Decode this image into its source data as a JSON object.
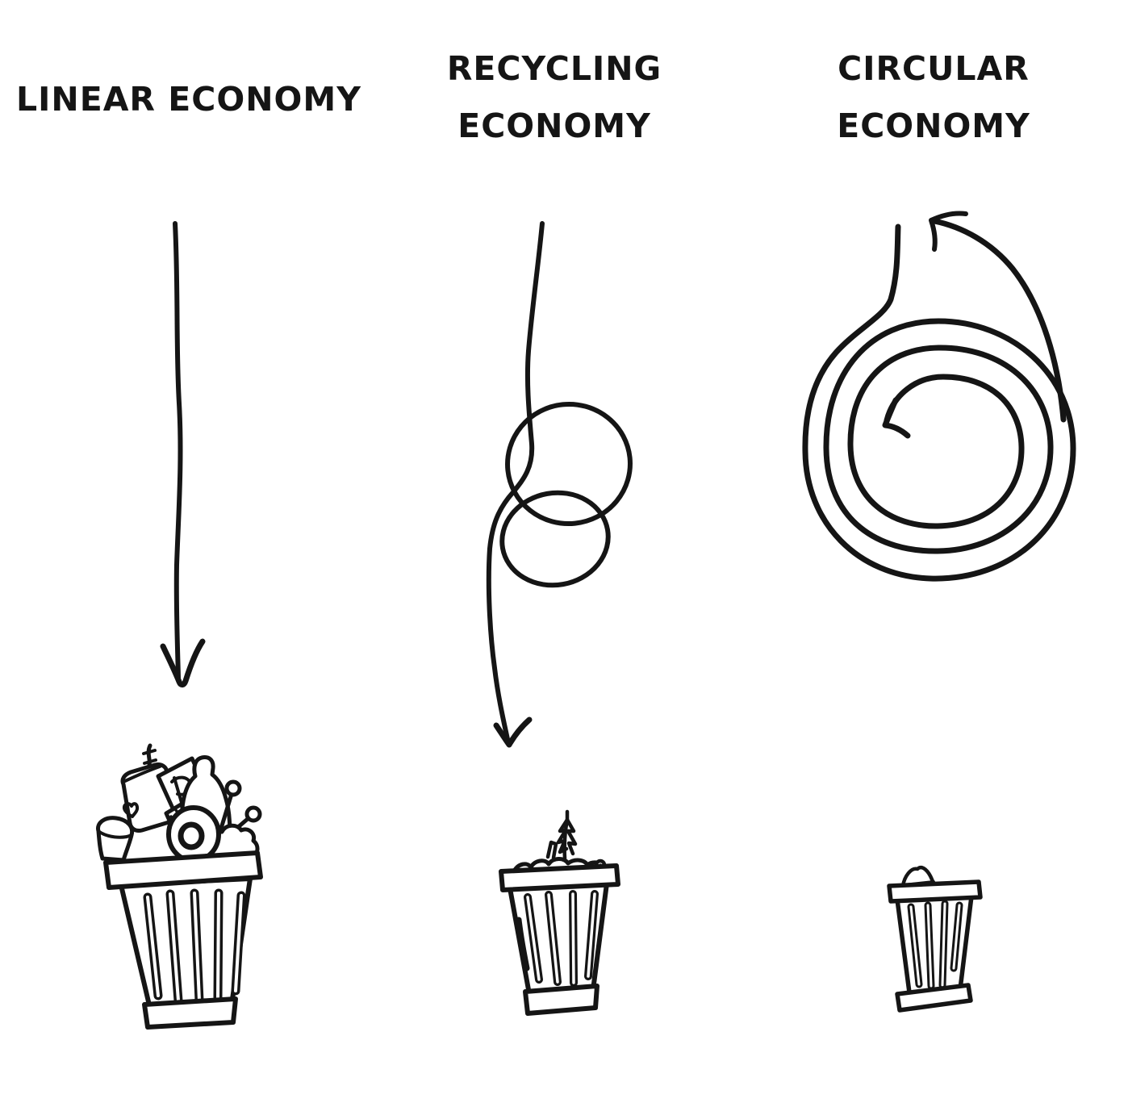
{
  "canvas": {
    "background_color": "#ffffff",
    "ink_color": "#151515",
    "style": "hand-drawn sketch comparison diagram"
  },
  "panels": [
    {
      "id": "linear",
      "title_lines": [
        "LINEAR ECONOMY"
      ],
      "arrow_icon": "straight-down-arrow-icon",
      "bin_icon": "trash-bin-large-overflowing-icon",
      "bin_size": "large",
      "bin_contents": "overflowing with garbage"
    },
    {
      "id": "recycling",
      "title_lines": [
        "RECYCLING",
        "ECONOMY"
      ],
      "arrow_icon": "tangled-loop-down-arrow-icon",
      "bin_icon": "trash-bin-medium-partly-full-icon",
      "bin_size": "medium",
      "bin_contents": "partly full"
    },
    {
      "id": "circular",
      "title_lines": [
        "CIRCULAR",
        "ECONOMY"
      ],
      "arrow_icon": "spiral-cycle-arrow-icon",
      "bin_icon": "trash-bin-small-nearly-empty-icon",
      "bin_size": "small",
      "bin_contents": "nearly empty"
    }
  ]
}
